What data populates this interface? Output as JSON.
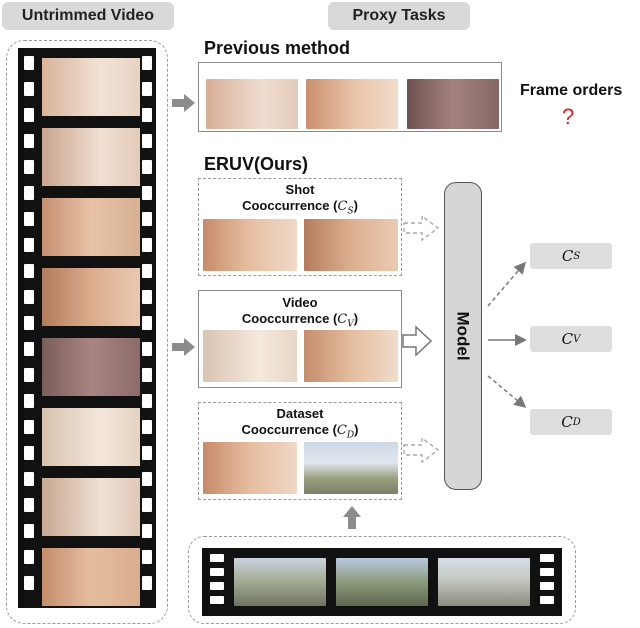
{
  "headers": {
    "left": "Untrimmed Video",
    "right": "Proxy Tasks"
  },
  "previous": {
    "title": "Previous method",
    "task": "Frame orders",
    "unknown": "?"
  },
  "ours": {
    "title": "ERUV(Ours)"
  },
  "boxes": {
    "shot": {
      "line1": "Shot",
      "line2": "Cooccurrence (",
      "sym": "C",
      "sub": "S",
      "close": ")"
    },
    "video": {
      "line1": "Video",
      "line2": "Cooccurrence (",
      "sym": "C",
      "sub": "V",
      "close": ")"
    },
    "dataset": {
      "line1": "Dataset",
      "line2": "Cooccurrence (",
      "sym": "C",
      "sub": "D",
      "close": ")"
    }
  },
  "model": {
    "label": "Model"
  },
  "outputs": [
    {
      "sym": "C",
      "sub": "S"
    },
    {
      "sym": "C",
      "sub": "V"
    },
    {
      "sym": "C",
      "sub": "D"
    }
  ],
  "colors": {
    "accent_red": "#e02020",
    "arrow_gray": "#8c8c8c",
    "pill_gray": "#d9d9d9"
  }
}
